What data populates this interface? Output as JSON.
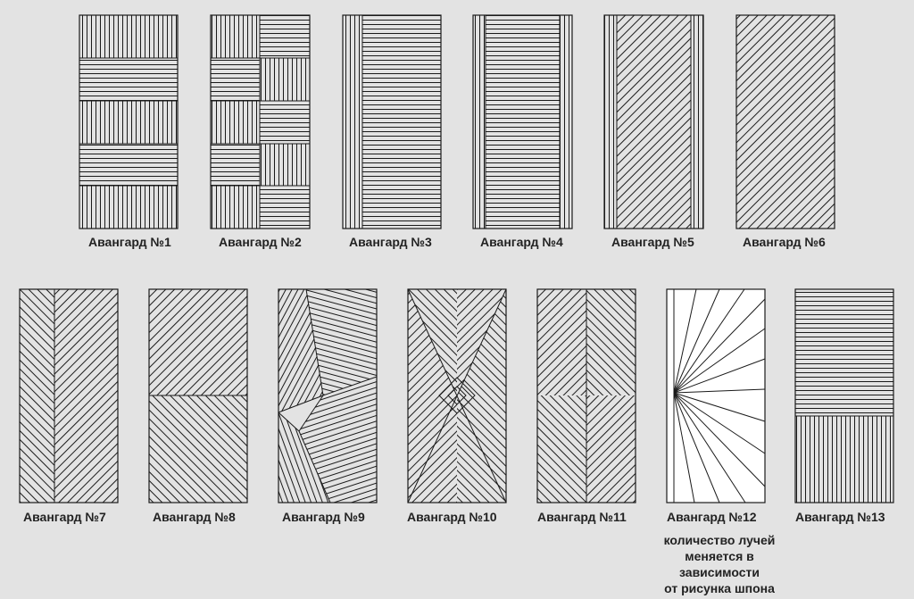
{
  "colors": {
    "background": "#e3e3e3",
    "line": "#1a1a1a",
    "panel": "#ffffff"
  },
  "doors": [
    {
      "id": 1,
      "label": "Авангард №1"
    },
    {
      "id": 2,
      "label": "Авангард №2"
    },
    {
      "id": 3,
      "label": "Авангард №3"
    },
    {
      "id": 4,
      "label": "Авангард №4"
    },
    {
      "id": 5,
      "label": "Авангард №5"
    },
    {
      "id": 6,
      "label": "Авангард №6"
    },
    {
      "id": 7,
      "label": "Авангард №7"
    },
    {
      "id": 8,
      "label": "Авангард №8"
    },
    {
      "id": 9,
      "label": "Авангард №9"
    },
    {
      "id": 10,
      "label": "Авангард №10"
    },
    {
      "id": 11,
      "label": "Авангард №11"
    },
    {
      "id": 12,
      "label": "Авангард №12"
    },
    {
      "id": 13,
      "label": "Авангард №13"
    }
  ],
  "note": {
    "lines": [
      "количество лучей",
      "меняется в",
      "зависимости",
      "от рисунка шпона"
    ]
  }
}
